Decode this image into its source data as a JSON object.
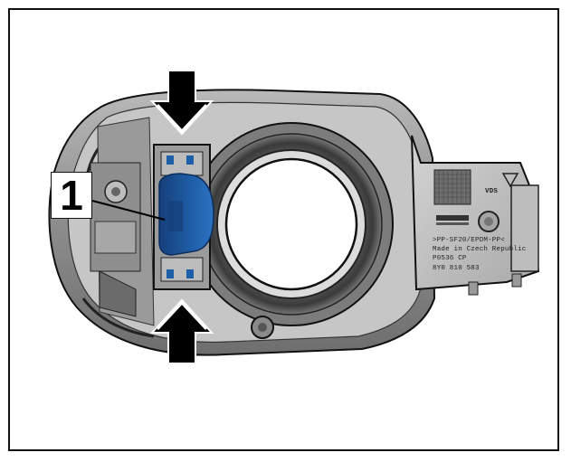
{
  "callout": {
    "number": "1"
  },
  "part_marking": {
    "line1": ">PP-SF20/EPDM-PP<",
    "line2": "Made in Czech Republic",
    "line3": "P0536 CP",
    "line4": "8Y0 810 583",
    "logo": "VDS"
  },
  "colors": {
    "highlight": "#1f5fa8",
    "housing": "#8a8a8a",
    "outline": "#111111"
  }
}
